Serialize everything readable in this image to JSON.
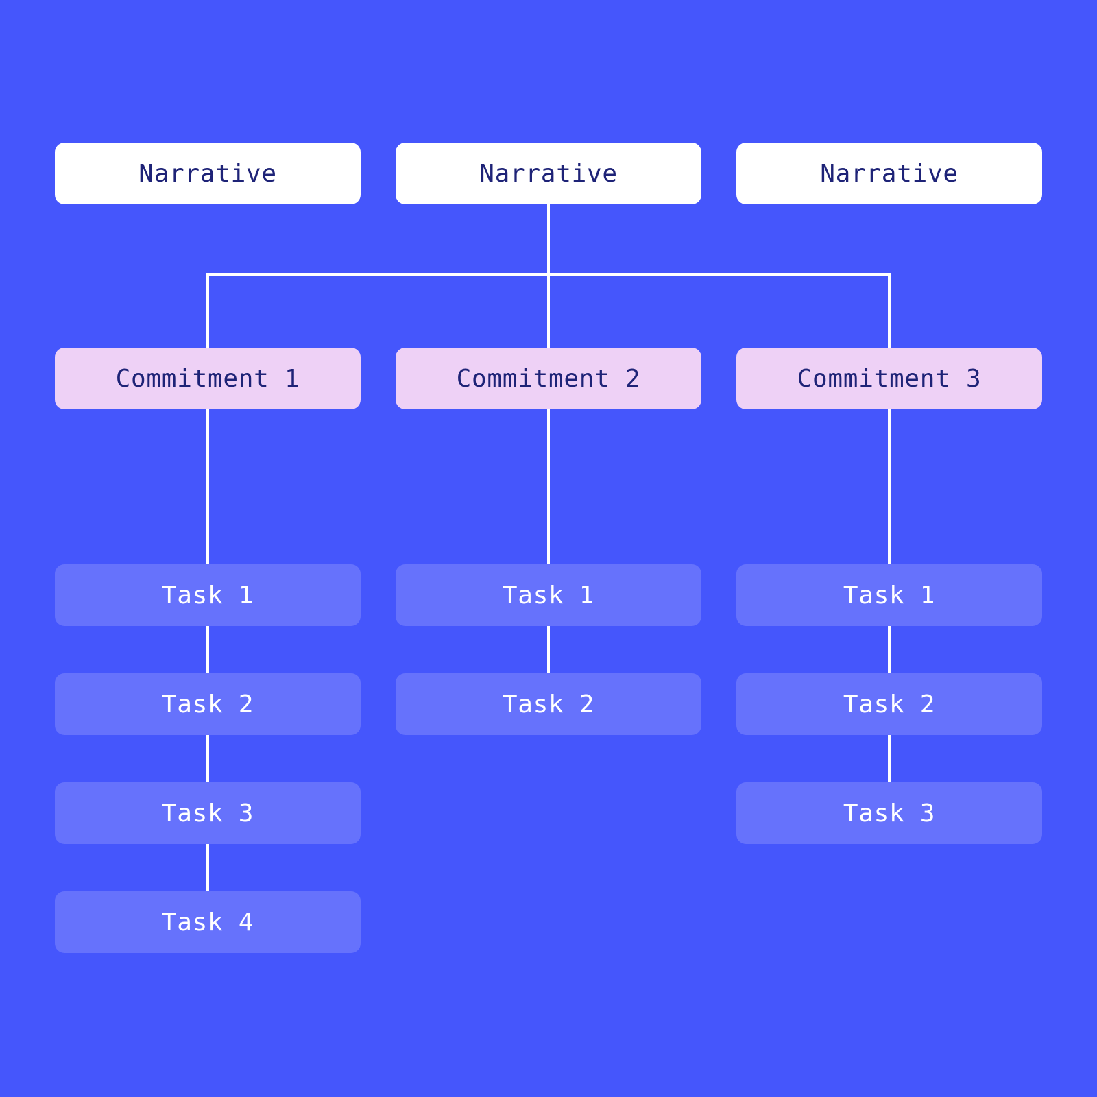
{
  "diagram": {
    "narratives": [
      {
        "label": "Narrative"
      },
      {
        "label": "Narrative"
      },
      {
        "label": "Narrative"
      }
    ],
    "columns": [
      {
        "commitment": {
          "label": "Commitment 1"
        },
        "tasks": [
          {
            "label": "Task 1"
          },
          {
            "label": "Task 2"
          },
          {
            "label": "Task 3"
          },
          {
            "label": "Task 4"
          }
        ]
      },
      {
        "commitment": {
          "label": "Commitment 2"
        },
        "tasks": [
          {
            "label": "Task 1"
          },
          {
            "label": "Task 2"
          }
        ]
      },
      {
        "commitment": {
          "label": "Commitment 3"
        },
        "tasks": [
          {
            "label": "Task 1"
          },
          {
            "label": "Task 2"
          },
          {
            "label": "Task 3"
          }
        ]
      }
    ]
  },
  "colors": {
    "background": "#4556fc",
    "narrative-bg": "#ffffff",
    "commitment-bg": "#eed1f6",
    "task-bg": "#6672fc",
    "heading-text": "#1e2377",
    "task-text": "#ffffff",
    "connector": "#ffffff"
  }
}
